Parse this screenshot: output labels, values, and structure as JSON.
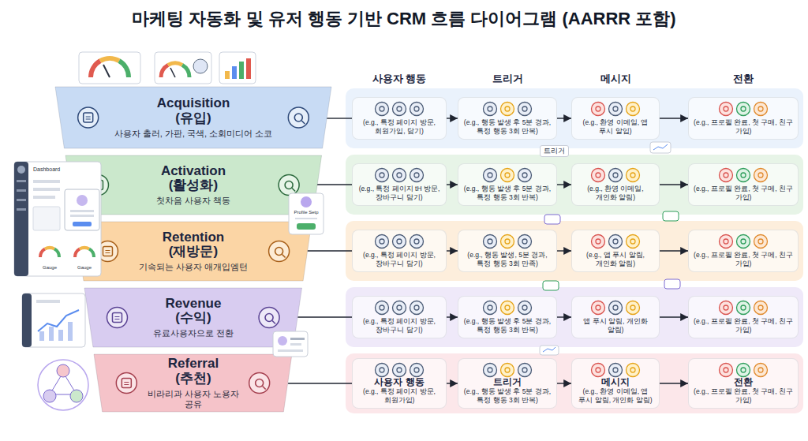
{
  "diagram": {
    "title": "마케팅 자동화 및 유저 행동 기반 CRM 흐름 다이어그램 (AARRR 포함)",
    "nodes": [
      {
        "text": [
          "Acquisition (유입)",
          "사용자 출러, 가판, 국색, 소회미디어 소코"
        ]
      },
      {
        "text": [
          "(e.g., 특정 페이지 방문, 회원가입, 담기)"
        ]
      },
      {
        "text": [
          "(e.g., 행동 발생 후 5분 경과, 특정 행동 3회 만복)"
        ]
      },
      {
        "text": [
          "(e.g., 환영 이메일, 앱 푸시 알입)"
        ]
      },
      {
        "text": [
          "(e.g., 프로필 완료, 첫 구매, 친구 가입)"
        ]
      },
      {
        "text": [
          "Activation (활성화)",
          "첫차음 사용자 책동"
        ]
      },
      {
        "text": [
          "(e.g., 특정 페이지 tH 방문, 장바구니 담기)"
        ]
      },
      {
        "text": [
          "(e.g., 행동 발생 후 5분 경과, 특정 행동 3회 반복)"
        ]
      },
      {
        "text": [
          "(e.g., 환영 이메일, 개인화 알림)"
        ]
      },
      {
        "text": [
          "(e.g., 프로필 완료, 첫 구메, 친구 가입)"
        ]
      },
      {
        "text": [
          "Retention (재방문)",
          "기속되는 사용자 애개입엠턴"
        ]
      },
      {
        "text": [
          "(e.g., 특정 페이지 방문, 장바구니 담기)"
        ]
      },
      {
        "text": [
          "(e.g., 행동 발생, 5분 경과, 특정 행동 3회 만족)"
        ]
      },
      {
        "text": [
          "(e.g., 앱 푸시 알림, 개인화 알림)"
        ]
      },
      {
        "text": [
          "(e.g., 프로필 완료, 첫 구메, 친구 가입)"
        ]
      },
      {
        "text": [
          "Revenue (수익)",
          "유료사용자으로 전환"
        ]
      },
      {
        "text": [
          "(e.g., 특정 페이지 방문, 장바구니 담기)"
        ]
      },
      {
        "text": [
          "(e.g., 행동 발생 후 5분 경과, 특정 행동 3회 반복)"
        ]
      },
      {
        "text": [
          "앱 푸시 알림, 개인화 알림)"
        ]
      },
      {
        "text": [
          "(e.g., 프로필 완료, 첫 구메, 친구 가입)"
        ]
      },
      {
        "text": [
          "Referral (추천)",
          "비라리과 사용자 노용자 공유"
        ]
      },
      {
        "text": [
          "사용자 행동",
          "(e.g., 특정 페이지 방문, 회원가입)"
        ]
      },
      {
        "text": [
          "트리거",
          "(e.g., 행동 발생 후 5분 경과, 특정 행동 3회 반복)"
        ]
      },
      {
        "text": [
          "메시지",
          "(e.g., 환영 이메일, 앱 푸시 알림, 개인화 알림)"
        ]
      },
      {
        "text": [
          "전환",
          "(e.g., 프로필 완료, 첫 구매, 친구 가입)"
        ]
      }
    ],
    "edges": [
      {
        "from": 0,
        "to": 1,
        "arrow": "none"
      },
      {
        "from": 1,
        "to": 2,
        "arrow": "to"
      },
      {
        "from": 2,
        "to": 3,
        "arrow": "to"
      },
      {
        "from": 3,
        "to": 4,
        "arrow": "to"
      },
      {
        "from": 5,
        "to": 6,
        "arrow": "none"
      },
      {
        "from": 6,
        "to": 7,
        "arrow": "to"
      },
      {
        "from": 7,
        "to": 8,
        "arrow": "to"
      },
      {
        "from": 8,
        "to": 9,
        "arrow": "to"
      },
      {
        "from": 10,
        "to": 11,
        "arrow": "none"
      },
      {
        "from": 11,
        "to": 12,
        "arrow": "to"
      },
      {
        "from": 12,
        "to": 13,
        "arrow": "to"
      },
      {
        "from": 13,
        "to": 14,
        "arrow": "to"
      },
      {
        "from": 15,
        "to": 16,
        "arrow": "none"
      },
      {
        "from": 16,
        "to": 17,
        "arrow": "to"
      },
      {
        "from": 17,
        "to": 18,
        "arrow": "to"
      },
      {
        "from": 18,
        "to": 19,
        "arrow": "to"
      },
      {
        "from": 20,
        "to": 21,
        "arrow": "none"
      },
      {
        "from": 21,
        "to": 22,
        "arrow": "to"
      },
      {
        "from": 22,
        "to": 23,
        "arrow": "to"
      },
      {
        "from": 23,
        "to": 24,
        "arrow": "to"
      }
    ],
    "labels": [
      "사용자 행동",
      "트리거",
      "메시지",
      "전환",
      "트리거",
      "Dashboard",
      "Gauge",
      "Gauge",
      "Profile Setp"
    ]
  }
}
